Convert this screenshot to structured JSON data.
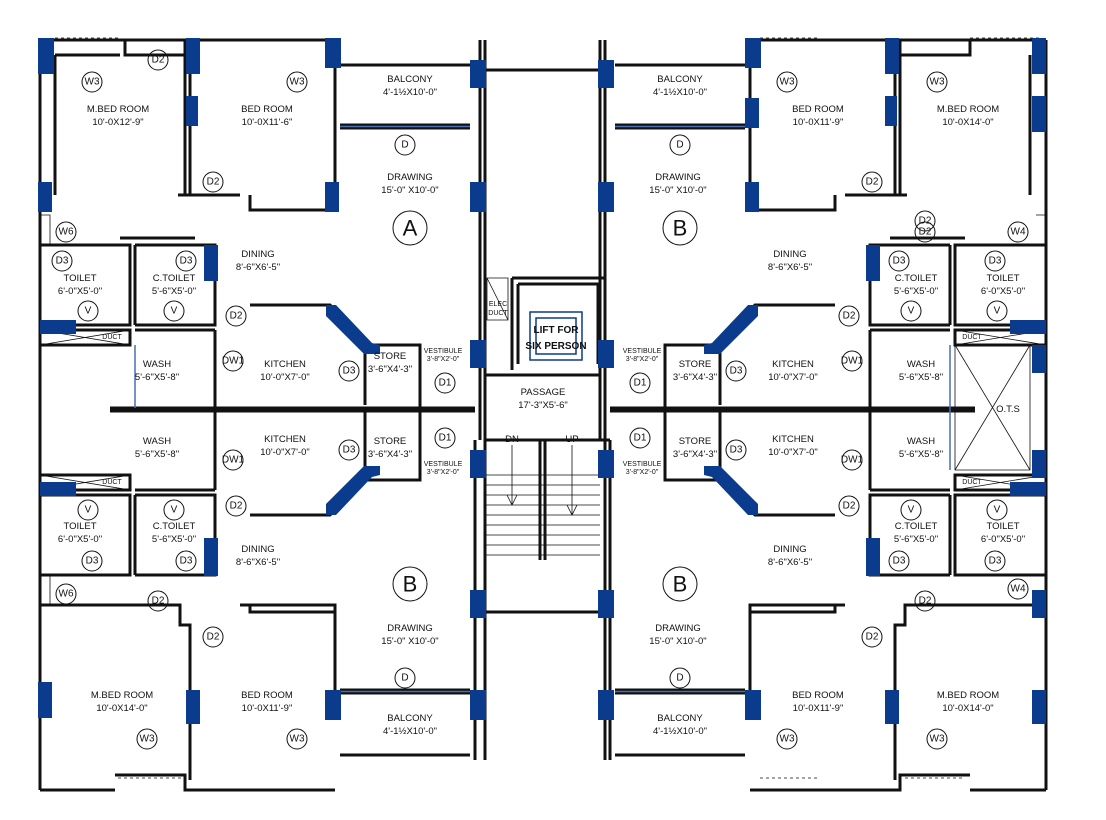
{
  "colors": {
    "wall": "#111111",
    "column": "#0b3b8c",
    "glass": "#4a6fb5",
    "line": "#111111"
  },
  "lift": {
    "line1": "LIFT FOR",
    "line2": "SIX PERSON"
  },
  "elec_duct": {
    "line1": "ELEC",
    "line2": "DUCT"
  },
  "passage": {
    "name": "PASSAGE",
    "dim": "17'-3\"X5'-6\""
  },
  "stair": {
    "dn": "DN",
    "up": "UP"
  },
  "ots": "O.T.S",
  "flats": [
    {
      "id": "A"
    },
    {
      "id": "B"
    },
    {
      "id": "B"
    },
    {
      "id": "B"
    }
  ],
  "rooms": [
    {
      "name": "M.BED ROOM",
      "dim": "10'-0X12'-9\""
    },
    {
      "name": "BED ROOM",
      "dim": "10'-0X11'-6\""
    },
    {
      "name": "BALCONY",
      "dim": "4'-1½X10'-0\""
    },
    {
      "name": "DRAWING",
      "dim": "15'-0\" X10'-0\""
    },
    {
      "name": "DINING",
      "dim": "8'-6\"X6'-5\""
    },
    {
      "name": "TOILET",
      "dim": "6'-0\"X5'-0\""
    },
    {
      "name": "C.TOILET",
      "dim": "5'-6\"X5'-0\""
    },
    {
      "name": "WASH",
      "dim": "5'-6\"X5'-8\""
    },
    {
      "name": "KITCHEN",
      "dim": "10'-0\"X7'-0\""
    },
    {
      "name": "STORE",
      "dim": "3'-6\"X4'-3\""
    },
    {
      "name": "VESTIBULE",
      "dim": "3'-8\"X2'-0\""
    },
    {
      "name": "BALCONY",
      "dim": "4'-1½X10'-0\""
    },
    {
      "name": "DRAWING",
      "dim": "15'-0\" X10'-0\""
    },
    {
      "name": "BED ROOM",
      "dim": "10'-0X11'-9\""
    },
    {
      "name": "M.BED ROOM",
      "dim": "10'-0X14'-0\""
    },
    {
      "name": "DINING",
      "dim": "8'-6\"X6'-5\""
    },
    {
      "name": "C.TOILET",
      "dim": "5'-6\"X5'-0\""
    },
    {
      "name": "TOILET",
      "dim": "6'-0\"X5'-0\""
    },
    {
      "name": "KITCHEN",
      "dim": "10'-0\"X7'-0\""
    },
    {
      "name": "WASH",
      "dim": "5'-6\"X5'-8\""
    },
    {
      "name": "STORE",
      "dim": "3'-6\"X4'-3\""
    },
    {
      "name": "VESTIBULE",
      "dim": "3'-8\"X2'-0\""
    },
    {
      "name": "WASH",
      "dim": "5'-6\"X5'-8\""
    },
    {
      "name": "KITCHEN",
      "dim": "10'-0\"X7'-0\""
    },
    {
      "name": "STORE",
      "dim": "3'-6\"X4'-3\""
    },
    {
      "name": "VESTIBULE",
      "dim": "3'-8\"X2'-0\""
    },
    {
      "name": "TOILET",
      "dim": "6'-0\"X5'-0\""
    },
    {
      "name": "C.TOILET",
      "dim": "5'-6\"X5'-0\""
    },
    {
      "name": "DINING",
      "dim": "8'-6\"X6'-5\""
    },
    {
      "name": "DRAWING",
      "dim": "15'-0\" X10'-0\""
    },
    {
      "name": "M.BED ROOM",
      "dim": "10'-0X14'-0\""
    },
    {
      "name": "BED ROOM",
      "dim": "10'-0X11'-9\""
    },
    {
      "name": "BALCONY",
      "dim": "4'-1½X10'-0\""
    },
    {
      "name": "STORE",
      "dim": "3'-6\"X4'-3\""
    },
    {
      "name": "VESTIBULE",
      "dim": "3'-8\"X2'-0\""
    },
    {
      "name": "KITCHEN",
      "dim": "10'-0\"X7'-0\""
    },
    {
      "name": "WASH",
      "dim": "5'-6\"X5'-8\""
    },
    {
      "name": "C.TOILET",
      "dim": "5'-6\"X5'-0\""
    },
    {
      "name": "TOILET",
      "dim": "6'-0\"X5'-0\""
    },
    {
      "name": "DINING",
      "dim": "8'-6\"X6'-5\""
    },
    {
      "name": "DRAWING",
      "dim": "15'-0\" X10'-0\""
    },
    {
      "name": "BALCONY",
      "dim": "4'-1½X10'-0\""
    },
    {
      "name": "BED ROOM",
      "dim": "10'-0X11'-9\""
    },
    {
      "name": "M.BED ROOM",
      "dim": "10'-0X14'-0\""
    }
  ],
  "tags": [
    "W3",
    "D2",
    "W3",
    "D",
    "D2",
    "W6",
    "D3",
    "D3",
    "V",
    "V",
    "D2",
    "DUCT",
    "DW1",
    "D3",
    "D1",
    "D1",
    "D3",
    "DW1",
    "DUCT",
    "V",
    "V",
    "D2",
    "D3",
    "D3",
    "W6",
    "D2",
    "D2",
    "B",
    "D",
    "W3",
    "W3",
    "A",
    "W3",
    "D",
    "D2",
    "D2",
    "W3",
    "D2",
    "W4",
    "D3",
    "D3",
    "V",
    "V",
    "D2",
    "DUCT",
    "DW1",
    "D3",
    "D1",
    "D1",
    "D3",
    "DW1",
    "DUCT",
    "V",
    "V",
    "D2",
    "D3",
    "D3",
    "W4",
    "D2",
    "D2",
    "B",
    "D",
    "W3",
    "W3",
    "B"
  ]
}
